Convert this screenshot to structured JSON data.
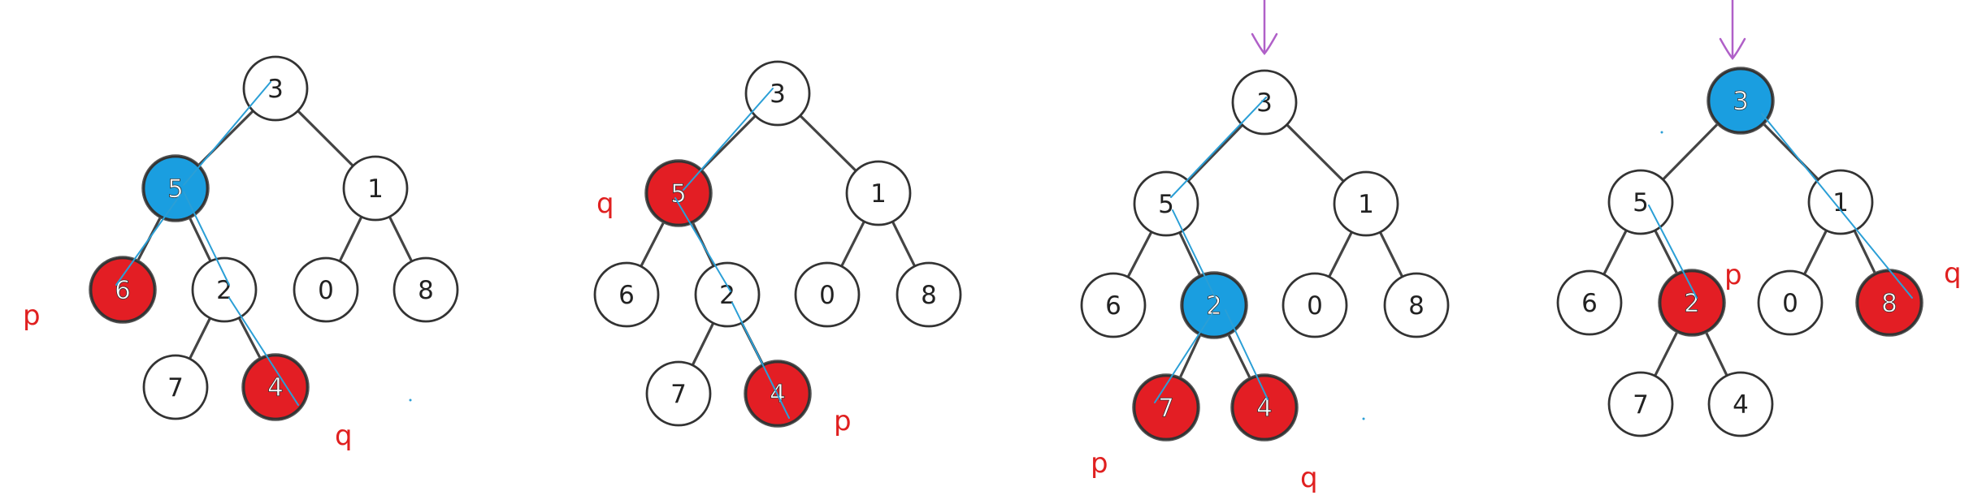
{
  "colors": {
    "edge": "#444444",
    "node_stroke": "#333333",
    "node_fill": "#ffffff",
    "highlight_red": "#e31e24",
    "highlight_blue": "#1a9ee0",
    "path_line": "#2b9fd6",
    "label_red": "#e02020",
    "arrow_purple": "#b060c8"
  },
  "trees": [
    {
      "nodes": [
        {
          "id": "n3",
          "label": "3",
          "state": "normal"
        },
        {
          "id": "n5",
          "label": "5",
          "state": "blue"
        },
        {
          "id": "n1",
          "label": "1",
          "state": "normal"
        },
        {
          "id": "n6",
          "label": "6",
          "state": "red"
        },
        {
          "id": "n2",
          "label": "2",
          "state": "normal"
        },
        {
          "id": "n0",
          "label": "0",
          "state": "normal"
        },
        {
          "id": "n8",
          "label": "8",
          "state": "normal"
        },
        {
          "id": "n7",
          "label": "7",
          "state": "normal"
        },
        {
          "id": "n4",
          "label": "4",
          "state": "red"
        }
      ],
      "annotations": [
        {
          "text": "p",
          "near": "n6"
        },
        {
          "text": "q",
          "near": "n4"
        }
      ],
      "arrow": false
    },
    {
      "nodes": [
        {
          "id": "n3",
          "label": "3",
          "state": "normal"
        },
        {
          "id": "n5",
          "label": "5",
          "state": "red"
        },
        {
          "id": "n1",
          "label": "1",
          "state": "normal"
        },
        {
          "id": "n6",
          "label": "6",
          "state": "normal"
        },
        {
          "id": "n2",
          "label": "2",
          "state": "normal"
        },
        {
          "id": "n0",
          "label": "0",
          "state": "normal"
        },
        {
          "id": "n8",
          "label": "8",
          "state": "normal"
        },
        {
          "id": "n7",
          "label": "7",
          "state": "normal"
        },
        {
          "id": "n4",
          "label": "4",
          "state": "red"
        }
      ],
      "annotations": [
        {
          "text": "q",
          "near": "n5"
        },
        {
          "text": "p",
          "near": "n4"
        }
      ],
      "arrow": false
    },
    {
      "nodes": [
        {
          "id": "n3",
          "label": "3",
          "state": "normal"
        },
        {
          "id": "n5",
          "label": "5",
          "state": "normal"
        },
        {
          "id": "n1",
          "label": "1",
          "state": "normal"
        },
        {
          "id": "n6",
          "label": "6",
          "state": "normal"
        },
        {
          "id": "n2",
          "label": "2",
          "state": "blue"
        },
        {
          "id": "n0",
          "label": "0",
          "state": "normal"
        },
        {
          "id": "n8",
          "label": "8",
          "state": "normal"
        },
        {
          "id": "n7",
          "label": "7",
          "state": "red"
        },
        {
          "id": "n4",
          "label": "4",
          "state": "red"
        }
      ],
      "annotations": [
        {
          "text": "p",
          "near": "n7"
        },
        {
          "text": "q",
          "near": "n4"
        }
      ],
      "arrow": true
    },
    {
      "nodes": [
        {
          "id": "n3",
          "label": "3",
          "state": "blue"
        },
        {
          "id": "n5",
          "label": "5",
          "state": "normal"
        },
        {
          "id": "n1",
          "label": "1",
          "state": "normal"
        },
        {
          "id": "n6",
          "label": "6",
          "state": "normal"
        },
        {
          "id": "n2",
          "label": "2",
          "state": "red"
        },
        {
          "id": "n0",
          "label": "0",
          "state": "normal"
        },
        {
          "id": "n8",
          "label": "8",
          "state": "red"
        },
        {
          "id": "n7",
          "label": "7",
          "state": "normal"
        },
        {
          "id": "n4",
          "label": "4",
          "state": "normal"
        }
      ],
      "annotations": [
        {
          "text": "p",
          "near": "n2"
        },
        {
          "text": "q",
          "near": "n8"
        }
      ],
      "arrow": true
    }
  ]
}
